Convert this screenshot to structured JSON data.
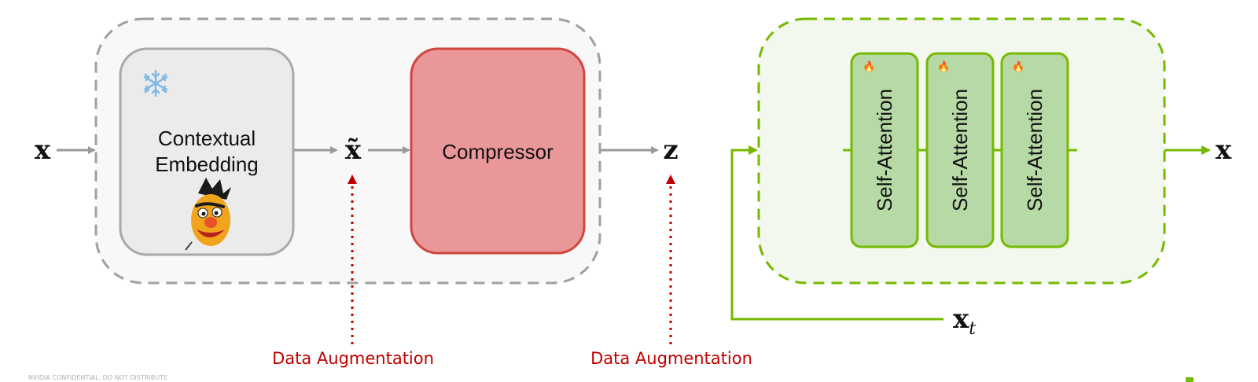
{
  "encoder": {
    "embedding_label_line1": "Contextual",
    "embedding_label_line2": "Embedding",
    "embedding_state_icon": "snowflake-icon",
    "embedding_mascot_icon": "puppet-mascot-icon",
    "compressor_label": "Compressor"
  },
  "symbols": {
    "input_x": "x",
    "x_tilde": "x̃",
    "z": "z",
    "output_x": "x",
    "xt_base": "x",
    "xt_sub": "t"
  },
  "augmentation": {
    "label_1": "Data Augmentation",
    "label_2": "Data Augmentation"
  },
  "decoder": {
    "blocks": [
      {
        "label": "Self-Attention",
        "icon": "fire-icon"
      },
      {
        "label": "Self-Attention",
        "icon": "fire-icon"
      },
      {
        "label": "Self-Attention",
        "icon": "fire-icon"
      }
    ]
  },
  "footer": {
    "text": "NVIDIA CONFIDENTIAL. DO NOT DISTRIBUTE"
  },
  "colors": {
    "frozen_gray": "#a0a0a0",
    "compressor_fill": "#ea9799",
    "compressor_stroke": "#d0463d",
    "trainable_green": "#76b900",
    "attention_fill": "#b6d9a5",
    "augmentation_red": "#c00000"
  }
}
